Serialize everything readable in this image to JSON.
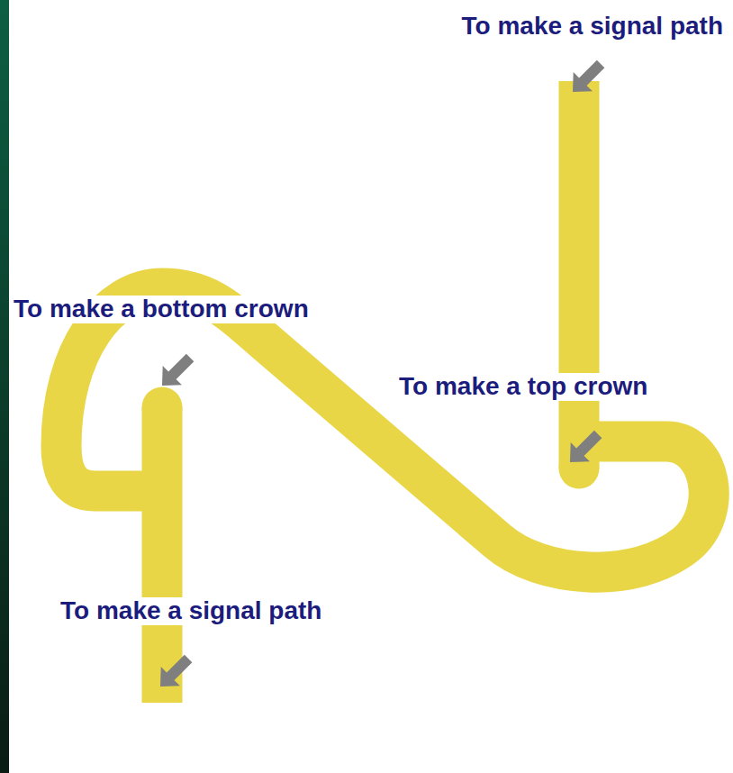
{
  "diagram": {
    "labels": [
      "To make a signal path",
      "To make a bottom crown",
      "To make a top crown",
      "To make a signal path"
    ]
  }
}
